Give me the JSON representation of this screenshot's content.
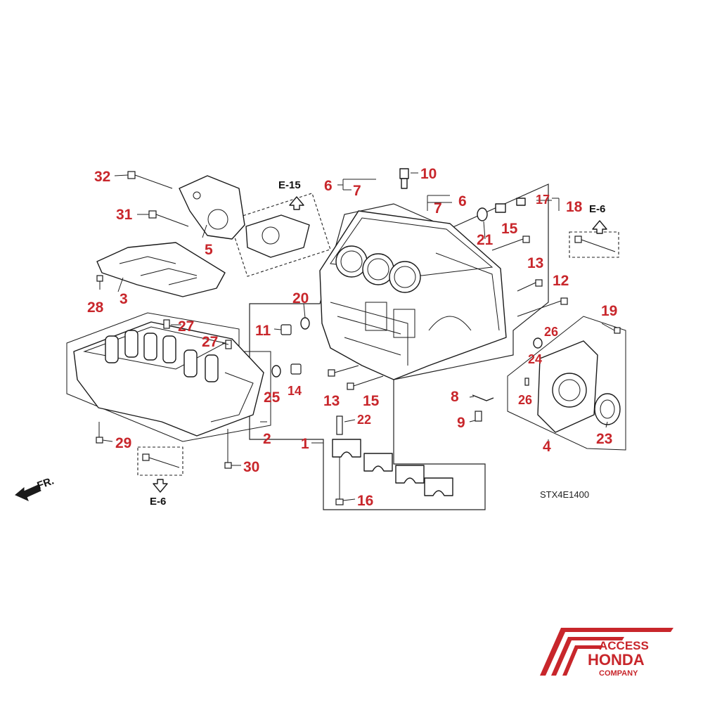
{
  "diagram": {
    "code": "STX4E1400",
    "front_label": "FR.",
    "refs": {
      "e15": "E-15",
      "e6_top": "E-6",
      "e6_bottom": "E-6"
    },
    "callouts": {
      "c1": "1",
      "c2": "2",
      "c3": "3",
      "c4": "4",
      "c5": "5",
      "c6a": "6",
      "c6b": "6",
      "c7a": "7",
      "c7b": "7",
      "c8": "8",
      "c9": "9",
      "c10": "10",
      "c11": "11",
      "c12": "12",
      "c13a": "13",
      "c13b": "13",
      "c14": "14",
      "c15a": "15",
      "c15b": "15",
      "c16": "16",
      "c17": "17",
      "c18": "18",
      "c19": "19",
      "c20": "20",
      "c21": "21",
      "c22": "22",
      "c23": "23",
      "c24": "24",
      "c25": "25",
      "c26a": "26",
      "c26b": "26",
      "c27a": "27",
      "c27b": "27",
      "c28": "28",
      "c29": "29",
      "c30": "30",
      "c31": "31",
      "c32": "32"
    }
  },
  "logo": {
    "line1": "ACCESS",
    "line2": "HONDA",
    "line3": "COMPANY",
    "color": "#c8262b"
  },
  "colors": {
    "callout": "#c8262b",
    "line": "#1a1a1a"
  }
}
